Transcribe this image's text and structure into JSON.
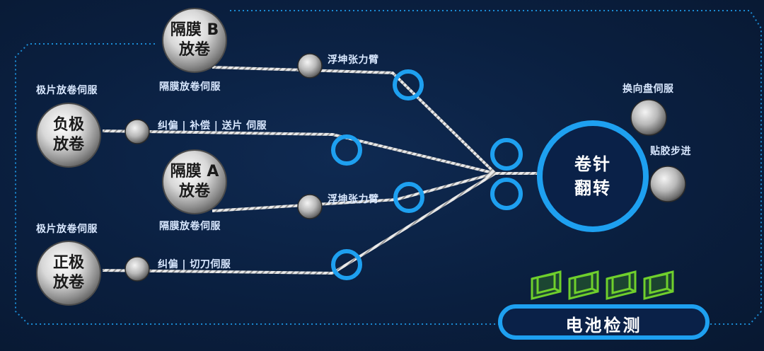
{
  "rolls": {
    "separator_b": {
      "line1": "隔膜 B",
      "line2": "放卷"
    },
    "anode": {
      "line1": "负极",
      "line2": "放卷"
    },
    "separator_a": {
      "line1": "隔膜 A",
      "line2": "放卷"
    },
    "cathode": {
      "line1": "正极",
      "line2": "放卷"
    }
  },
  "labels": {
    "sep_b_servo": "隔膜放卷伺服",
    "sep_a_servo": "隔膜放卷伺服",
    "anode_servo": "极片放卷伺服",
    "cathode_servo": "极片放卷伺服",
    "dancer_top": "浮坤张力臂",
    "dancer_bottom": "浮坤张力臂",
    "anode_path": "纠偏 | 补偿 | 送片  伺服",
    "cathode_path": "纠偏 | 切刀伺服",
    "turntable_servo": "换向盘伺服",
    "tape_step": "贴胶步进"
  },
  "winding": {
    "line1": "卷针",
    "line2": "翻转"
  },
  "detection": {
    "label": "电池检测"
  },
  "colors": {
    "accent": "#1ea0f0",
    "battery_green": "#6fcf2c",
    "background": "#0a1e3d"
  }
}
